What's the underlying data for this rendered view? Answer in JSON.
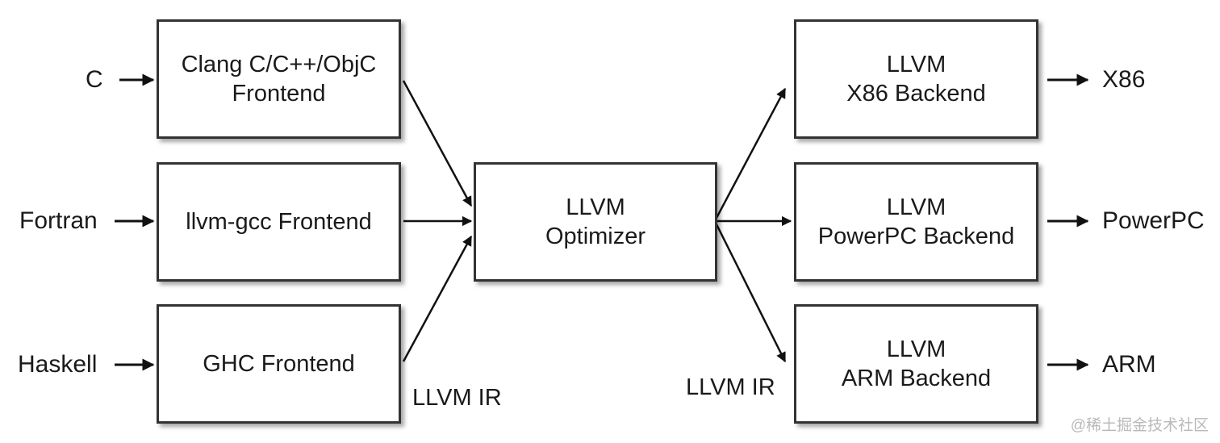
{
  "inputs": {
    "c": "C",
    "fortran": "Fortran",
    "haskell": "Haskell"
  },
  "frontends": {
    "clang": {
      "line1": "Clang C/C++/ObjC",
      "line2": "Frontend"
    },
    "llvm_gcc": {
      "line1": "llvm-gcc Frontend"
    },
    "ghc": {
      "line1": "GHC Frontend"
    }
  },
  "optimizer": {
    "line1": "LLVM",
    "line2": "Optimizer"
  },
  "backends": {
    "x86": {
      "line1": "LLVM",
      "line2": "X86 Backend"
    },
    "powerpc": {
      "line1": "LLVM",
      "line2": "PowerPC Backend"
    },
    "arm": {
      "line1": "LLVM",
      "line2": "ARM Backend"
    }
  },
  "outputs": {
    "x86": "X86",
    "powerpc": "PowerPC",
    "arm": "ARM"
  },
  "ir_labels": {
    "left": "LLVM IR",
    "right": "LLVM IR"
  },
  "watermark": "@稀土掘金技术社区"
}
